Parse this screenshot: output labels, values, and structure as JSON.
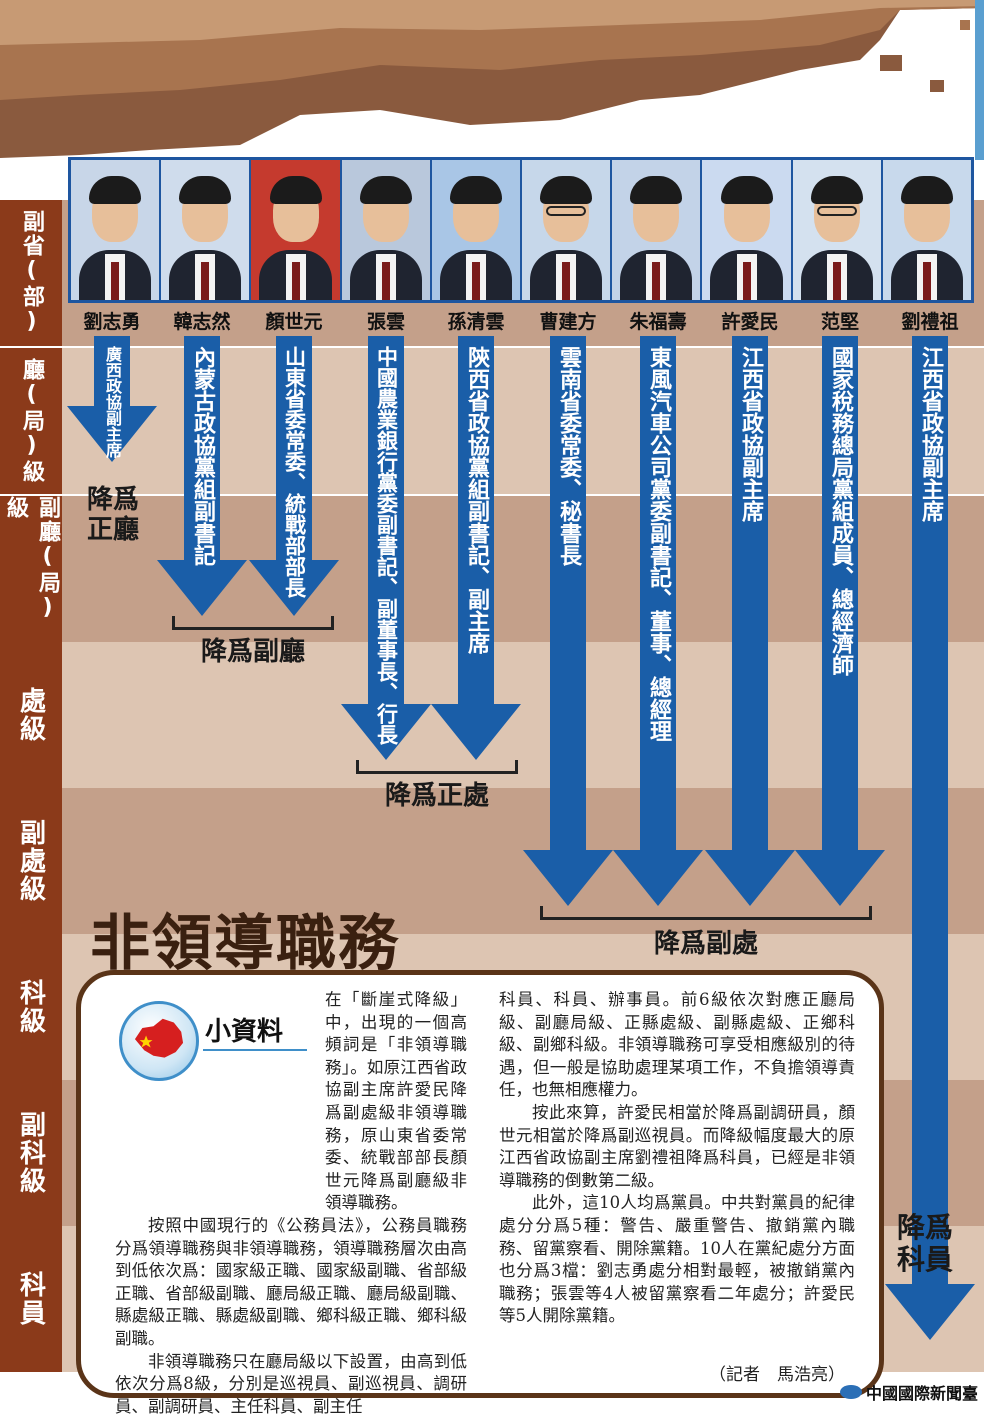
{
  "colors": {
    "band_label": "#8b3a1a",
    "band_dark": "#c4a08a",
    "band_light": "#ddc5b2",
    "arrow": "#1a5ea8",
    "portrait_frame": "#1e56a0",
    "cliff_rock": "#8a5a3e",
    "infobox_border": "#5a3418"
  },
  "levels": [
    {
      "label": "副省(部)"
    },
    {
      "label": "廳(局)級"
    },
    {
      "label": "副廳(局)級"
    },
    {
      "label": "處級"
    },
    {
      "label": "副處級"
    },
    {
      "label": "科級"
    },
    {
      "label": "副科級"
    },
    {
      "label": "科員"
    }
  ],
  "officials": [
    {
      "name": "劉志勇",
      "post": "廣西政協副主席",
      "target_level": 1
    },
    {
      "name": "韓志然",
      "post": "內蒙古政協黨組副書記",
      "target_level": 2
    },
    {
      "name": "顏世元",
      "post": "山東省委常委、統戰部部長",
      "target_level": 2
    },
    {
      "name": "張雲",
      "post": "中國農業銀行黨委副書記、副董事長、行長",
      "target_level": 3
    },
    {
      "name": "孫清雲",
      "post": "陝西省政協黨組副書記、副主席",
      "target_level": 3
    },
    {
      "name": "曹建方",
      "post": "雲南省委常委、秘書長",
      "target_level": 4
    },
    {
      "name": "朱福壽",
      "post": "東風汽車公司黨委副書記、董事、總經理",
      "target_level": 4
    },
    {
      "name": "許愛民",
      "post": "江西省政協副主席",
      "target_level": 4
    },
    {
      "name": "范堅",
      "post": "國家稅務總局黨組成員、總經濟師",
      "target_level": 4
    },
    {
      "name": "劉禮祖",
      "post": "江西省政協副主席",
      "target_level": 7
    }
  ],
  "demotions": {
    "zheng_ting": "降爲正廳",
    "fu_ting": "降爲副廳",
    "zheng_chu": "降爲正處",
    "fu_chu": "降爲副處",
    "ke_yuan": "降爲科員"
  },
  "title": "非領導職務",
  "infobox": {
    "badge": "小資料",
    "col1": [
      "在「斷崖式降級」中，出現的一個高頻詞是「非領導職務」。如原江西省政協副主席許愛民降爲副處級非領導職務，原山東省委常委、統戰部部長顏世元降爲副廳級非領導職務。",
      "按照中國現行的《公務員法》，公務員職務分爲領導職務與非領導職務，領導職務層次由高到低依次爲：國家級正職、國家級副職、省部級正職、省部級副職、廳局級正職、廳局級副職、縣處級正職、縣處級副職、鄉科級正職、鄉科級副職。",
      "非領導職務只在廳局級以下設置，由高到低依次分爲8級，分別是巡視員、副巡視員、調研員、副調研員、主任科員、副主任"
    ],
    "col2": [
      "科員、科員、辦事員。前6級依次對應正廳局級、副廳局級、正縣處級、副縣處級、正鄉科級、副鄉科級。非領導職務可享受相應級別的待遇，但一般是協助處理某項工作，不負擔領導責任，也無相應權力。",
      "按此來算，許愛民相當於降爲副調研員，顏世元相當於降爲副巡視員。而降級幅度最大的原江西省政協副主席劉禮祖降爲科員，已經是非領導職務的倒數第二級。",
      "此外，這10人均爲黨員。中共對黨員的紀律處分分爲5種：警告、嚴重警告、撤銷黨內職務、留黨察看、開除黨籍。10人在黨紀處分方面也分爲3檔：劉志勇處分相對最輕，被撤銷黨內職務；張雲等4人被留黨察看二年處分；許愛民等5人開除黨籍。"
    ],
    "byline": "（記者　馬浩亮）"
  },
  "logo": "中國國際新聞臺"
}
